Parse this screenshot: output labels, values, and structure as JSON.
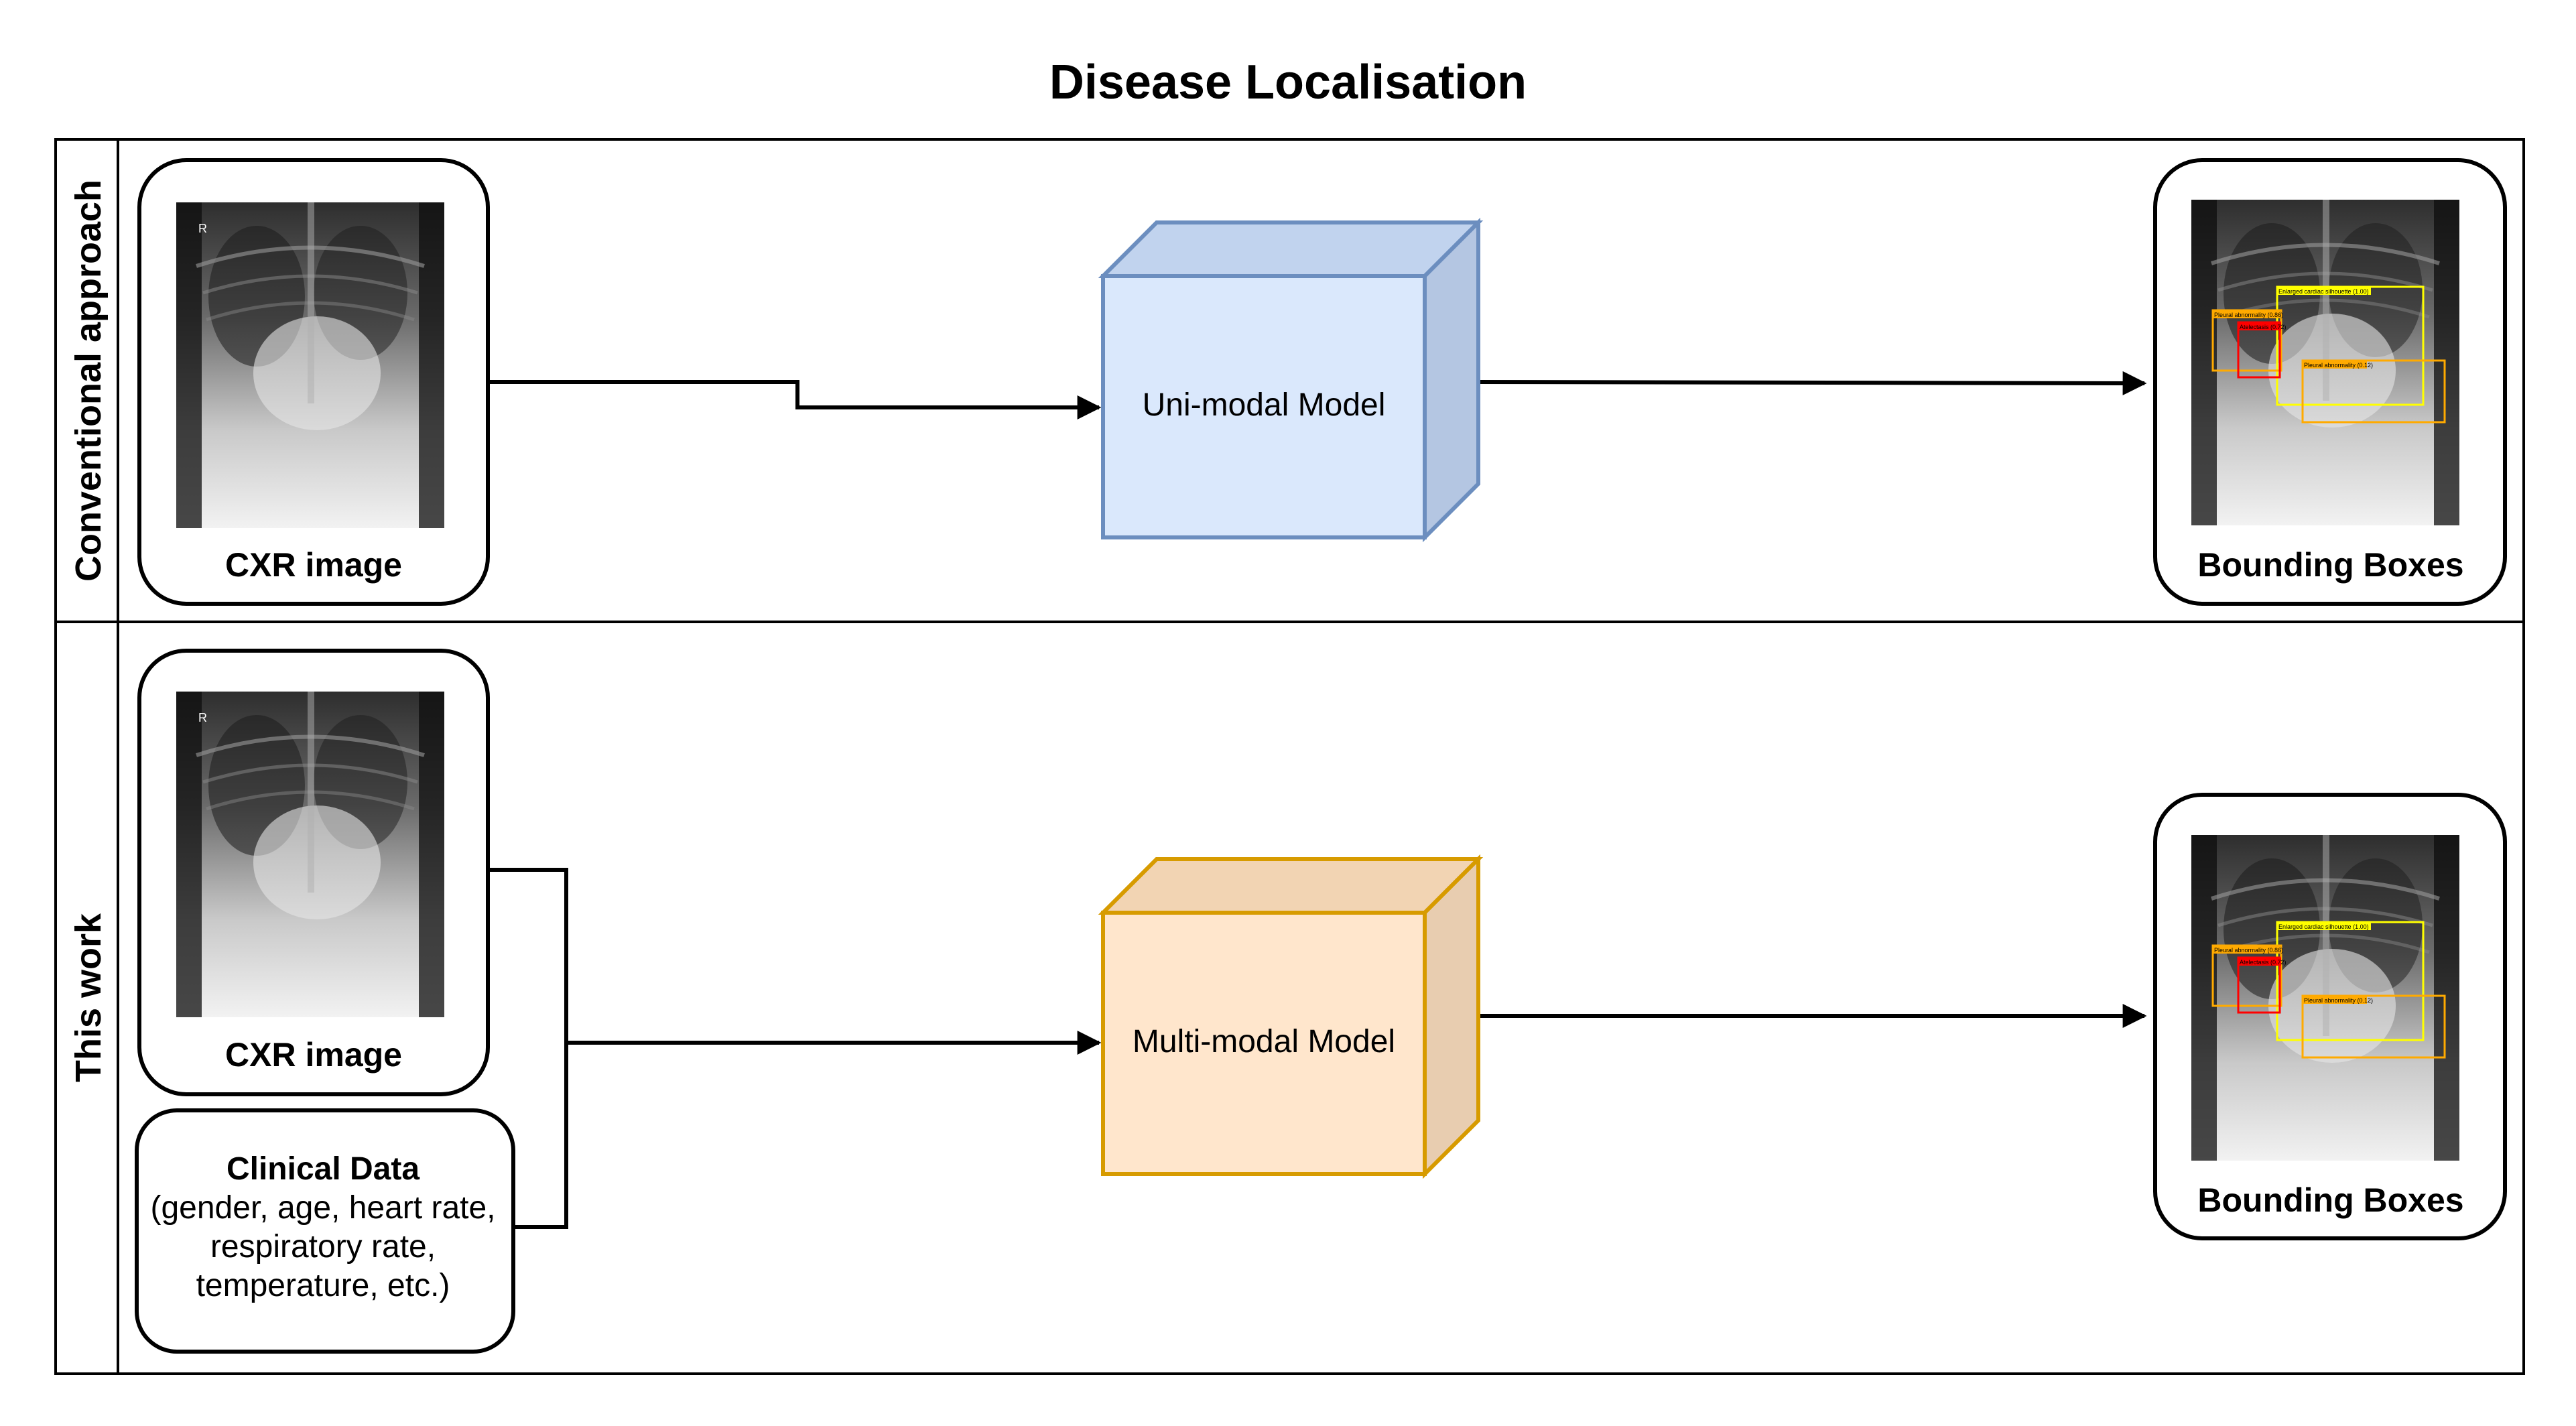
{
  "title": "Disease Localisation",
  "lanes": {
    "conventional": "Conventional approach",
    "this_work": "This work"
  },
  "inputs": {
    "cxr_label": "CXR image",
    "clinical_title": "Clinical Data",
    "clinical_lines": [
      "(gender, age, heart rate,",
      "respiratory rate,",
      "temperature, etc.)"
    ],
    "xray_marker": "R"
  },
  "models": {
    "unimodal": "Uni-modal Model",
    "multimodal": "Multi-modal Model"
  },
  "outputs": {
    "label": "Bounding Boxes",
    "box_labels": [
      "Enlarged cardiac silhouette (1.00)",
      "Pleural abnormality (0.86)",
      "Atelectasis (0.72)",
      "Pleural abnormality (0.12)"
    ]
  },
  "colors": {
    "unimodal_fill": "#dae8fc",
    "unimodal_stroke": "#6c8ebf",
    "multimodal_fill": "#ffe6cc",
    "multimodal_stroke": "#d79b00",
    "bbox_yellow": "#ffff00",
    "bbox_orange": "#ffaa00",
    "bbox_red": "#ff0000"
  }
}
